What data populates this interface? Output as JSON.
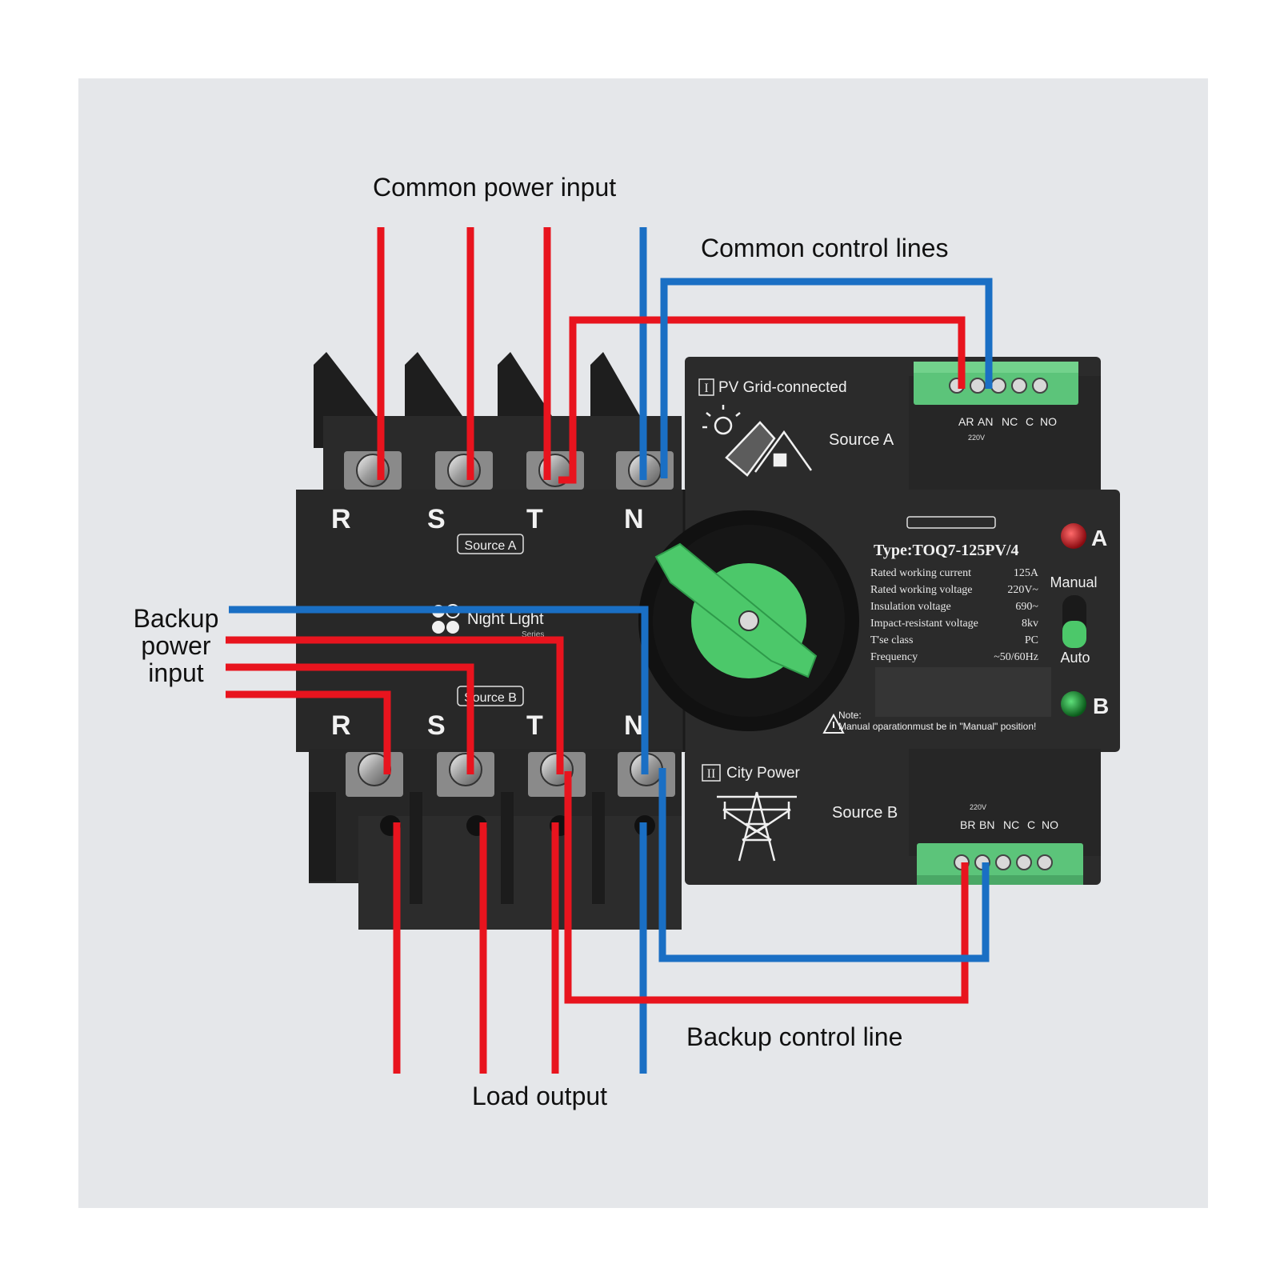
{
  "callouts": {
    "common_power_input": "Common power input",
    "common_control_lines": "Common control lines",
    "backup_power_input": [
      "Backup",
      "power",
      "input"
    ],
    "backup_control_line": "Backup control line",
    "load_output": "Load output"
  },
  "device": {
    "terminal_letters_top": [
      "R",
      "S",
      "T",
      "N"
    ],
    "terminal_letters_bottom": [
      "R",
      "S",
      "T",
      "N"
    ],
    "source_a_tag": "Source A",
    "source_b_tag": "Source B",
    "brand_series": "Night Light",
    "brand_series_sub": "Series",
    "top_module": {
      "roman": "I",
      "title": "PV Grid-connected",
      "source_label": "Source A",
      "terminal_labels": [
        "AR",
        "AN",
        "NC",
        "C",
        "NO"
      ],
      "voltage": "220V"
    },
    "bottom_module": {
      "roman": "II",
      "title": "City Power",
      "source_label": "Source B",
      "terminal_labels": [
        "BR",
        "BN",
        "NC",
        "C",
        "NO"
      ],
      "voltage": "220V"
    },
    "nameplate": {
      "type": "Type:TOQ7-125PV/4",
      "specs": [
        {
          "label": "Rated working current",
          "value": "125A"
        },
        {
          "label": "Rated working voltage",
          "value": "220V~"
        },
        {
          "label": "Insulation voltage",
          "value": "690~"
        },
        {
          "label": "Impact-resistant voltage",
          "value": "8kv"
        },
        {
          "label": "T'se class",
          "value": "PC"
        },
        {
          "label": "Frequency",
          "value": "~50/60Hz"
        }
      ],
      "note_title": "Note:",
      "note_text": "Manual oparationmust be in \"Manual\" position!"
    },
    "indicator_a": "A",
    "indicator_b": "B",
    "mode_manual": "Manual",
    "mode_auto": "Auto"
  },
  "colors": {
    "live_wire": "#e8141e",
    "neutral_wire": "#1a6fc4",
    "housing": "#2b2b2b",
    "housing_dark": "#1c1c1c",
    "handle_green": "#4cc86a",
    "terminal_green": "#5cc47a",
    "background": "#e5e7ea",
    "led_red": "#c8101a",
    "led_green": "#0e8a2a"
  }
}
